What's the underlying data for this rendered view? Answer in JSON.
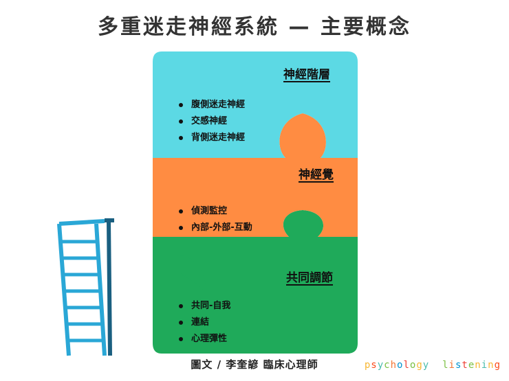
{
  "title": "多重迷走神經系統 — 主要概念",
  "panels": [
    {
      "label": "神經階層",
      "color": "#5cd9e4",
      "items": [
        "腹側迷走神經",
        "交感神經",
        "背側迷走神經"
      ]
    },
    {
      "label": "神經覺",
      "color": "#ff8c42",
      "items": [
        "偵測監控",
        "內部-外部-互動"
      ]
    },
    {
      "label": "共同調節",
      "color": "#1faa5a",
      "items": [
        "共同-自我",
        "連結",
        "心理彈性"
      ]
    }
  ],
  "ladder_icon": "ladder-icon",
  "credit": "圖文 / 李奎諺 臨床心理師",
  "brand": {
    "word1": "psychology",
    "word2": "listening",
    "colors": [
      "#f7b733",
      "#fc4a1a",
      "#4abdac",
      "#7bc043",
      "#f37736",
      "#0392cf",
      "#ee4035",
      "#7bc043",
      "#f7b733",
      "#4abdac"
    ]
  }
}
